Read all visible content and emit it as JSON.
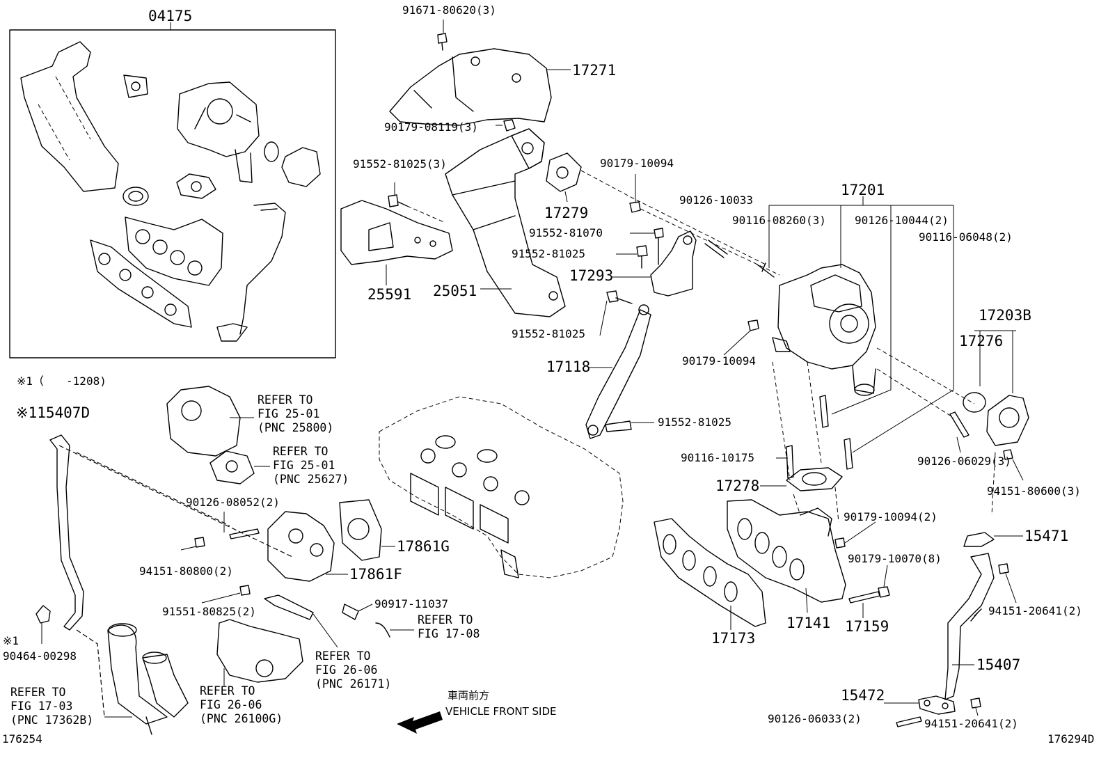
{
  "corner_left": "176254",
  "corner_right": "176294D",
  "note_marker": "※1（　　-1208)",
  "direction": {
    "jp": "車両前方",
    "en": "VEHICLE FRONT SIDE"
  },
  "labels": {
    "p04175": "04175",
    "p91671": "91671-80620(3)",
    "p17271": "17271",
    "p90179_08119": "90179-08119(3)",
    "p91552_81025_3": "91552-81025(3)",
    "p90179_10094_a": "90179-10094",
    "p17279": "17279",
    "p25591": "25591",
    "p25051": "25051",
    "p91552_81025_b": "91552-81025",
    "p91552_81070": "91552-81070",
    "p91552_81025_c": "91552-81025",
    "p17293": "17293",
    "p90126_10033": "90126-10033",
    "p17201": "17201",
    "p90116_08260": "90116-08260(3)",
    "p90126_10044": "90126-10044(2)",
    "p90116_06048": "90116-06048(2)",
    "p17118": "17118",
    "p90179_10094_b": "90179-10094",
    "p91552_81025_d": "91552-81025",
    "p17203B": "17203B",
    "p17276": "17276",
    "p90116_10175": "90116-10175",
    "p17278": "17278",
    "p90126_06029": "90126-06029(3)",
    "p94151_80600": "94151-80600(3)",
    "p15471": "15471",
    "p90179_10094_2": "90179-10094(2)",
    "p90179_10070": "90179-10070(8)",
    "p94151_20641_a": "94151-20641(2)",
    "p17173": "17173",
    "p17141": "17141",
    "p17159": "17159",
    "p15407": "15407",
    "p15472": "15472",
    "p90126_06033": "90126-06033(2)",
    "p94151_20641_b": "94151-20641(2)",
    "p15407D": "※115407D",
    "p90126_08052": "90126-08052(2)",
    "p94151_80800": "94151-80800(2)",
    "p17861G": "17861G",
    "p17861F": "17861F",
    "p91551_80825": "91551-80825(2)",
    "p90917_11037": "90917-11037",
    "p90464_00298": "90464-00298",
    "p_x1": "※1"
  },
  "refs": {
    "r25800": [
      "REFER TO",
      "FIG 25-01",
      "(PNC 25800)"
    ],
    "r25627": [
      "REFER TO",
      "FIG 25-01",
      "(PNC 25627)"
    ],
    "r1708": [
      "REFER TO",
      "FIG 17-08"
    ],
    "r26171": [
      "REFER TO",
      "FIG 26-06",
      "(PNC 26171)"
    ],
    "r1703": [
      "REFER TO",
      "FIG 17-03",
      "(PNC 17362B)"
    ],
    "r26100": [
      "REFER TO",
      "FIG 26-06",
      "(PNC 26100G)"
    ]
  }
}
